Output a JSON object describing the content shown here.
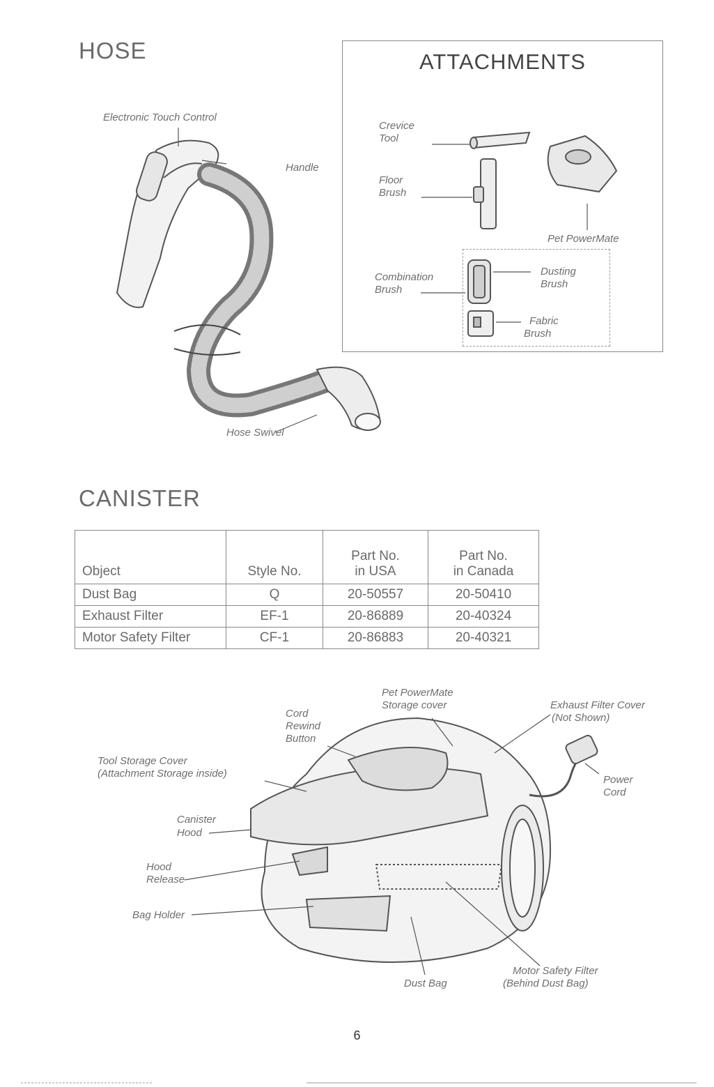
{
  "hose": {
    "heading": "HOSE",
    "labels": {
      "touch_control": "Electronic Touch Control",
      "handle": "Handle",
      "swivel": "Hose Swivel"
    }
  },
  "attachments": {
    "title": "ATTACHMENTS",
    "crevice_1": "Crevice",
    "crevice_2": "Tool",
    "floor_1": "Floor",
    "floor_2": "Brush",
    "pet": "Pet PowerMate",
    "combo_1": "Combination",
    "combo_2": "Brush",
    "dusting_1": "Dusting",
    "dusting_2": "Brush",
    "fabric_1": "Fabric",
    "fabric_2": "Brush"
  },
  "canister": {
    "heading": "CANISTER",
    "table": {
      "headers": {
        "object": "Object",
        "style": "Style No.",
        "usa_1": "Part No.",
        "usa_2": "in USA",
        "canada_1": "Part No.",
        "canada_2": "in Canada"
      },
      "rows": [
        {
          "object": "Dust Bag",
          "style": "Q",
          "usa": "20-50557",
          "canada": "20-50410"
        },
        {
          "object": "Exhaust Filter",
          "style": "EF-1",
          "usa": "20-86889",
          "canada": "20-40324"
        },
        {
          "object": "Motor Safety Filter",
          "style": "CF-1",
          "usa": "20-86883",
          "canada": "20-40321"
        }
      ]
    },
    "labels": {
      "cord_1": "Cord",
      "cord_2": "Rewind",
      "cord_3": "Button",
      "pet_1": "Pet PowerMate",
      "pet_2": "Storage cover",
      "exhaust_1": "Exhaust Filter Cover",
      "exhaust_2": "(Not Shown)",
      "tool_1": "Tool Storage Cover",
      "tool_2": "(Attachment Storage inside)",
      "power_1": "Power",
      "power_2": "Cord",
      "hood_1": "Canister",
      "hood_2": "Hood",
      "release_1": "Hood",
      "release_2": "Release",
      "bag_holder": "Bag Holder",
      "dust_bag": "Dust Bag",
      "motor_1": "Motor Safety Filter",
      "motor_2": "(Behind Dust Bag)"
    }
  },
  "page_number": "6"
}
